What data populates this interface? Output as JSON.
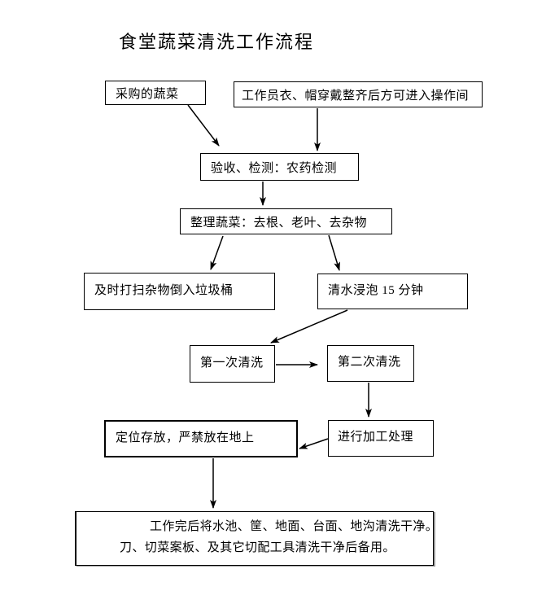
{
  "page_title": "食堂蔬菜清洗工作流程",
  "flowchart": {
    "type": "flowchart",
    "colors": {
      "background": "#ffffff",
      "box_border": "#000000",
      "text": "#000000"
    },
    "nodes": {
      "purchased": {
        "label": "采购的蔬菜"
      },
      "dress_code": {
        "label": "工作员衣、帽穿戴整齐后方可进入操作间"
      },
      "inspection": {
        "label": "验收、检测：农药检测"
      },
      "sorting": {
        "label": "整理蔬菜：去根、老叶、去杂物"
      },
      "trash": {
        "label": "及时打扫杂物倒入垃圾桶"
      },
      "soak": {
        "label": "清水浸泡 15 分钟"
      },
      "first_wash": {
        "label": "第一次清洗"
      },
      "second_wash": {
        "label": "第二次清洗"
      },
      "processing": {
        "label": "进行加工处理"
      },
      "storage": {
        "label": "定位存放，严禁放在地上"
      },
      "final_cleanup": {
        "line1": "工作完后将水池、筐、地面、台面、地沟清洗干净。",
        "line2": "刀、切菜案板、及其它切配工具清洗干净后备用。"
      }
    },
    "edges": [
      {
        "from": "purchased",
        "to": "inspection"
      },
      {
        "from": "dress_code",
        "to": "inspection"
      },
      {
        "from": "inspection",
        "to": "sorting"
      },
      {
        "from": "sorting",
        "to": "trash"
      },
      {
        "from": "sorting",
        "to": "soak"
      },
      {
        "from": "soak",
        "to": "first_wash"
      },
      {
        "from": "first_wash",
        "to": "second_wash"
      },
      {
        "from": "second_wash",
        "to": "processing"
      },
      {
        "from": "processing",
        "to": "storage"
      },
      {
        "from": "storage",
        "to": "final_cleanup"
      }
    ]
  }
}
